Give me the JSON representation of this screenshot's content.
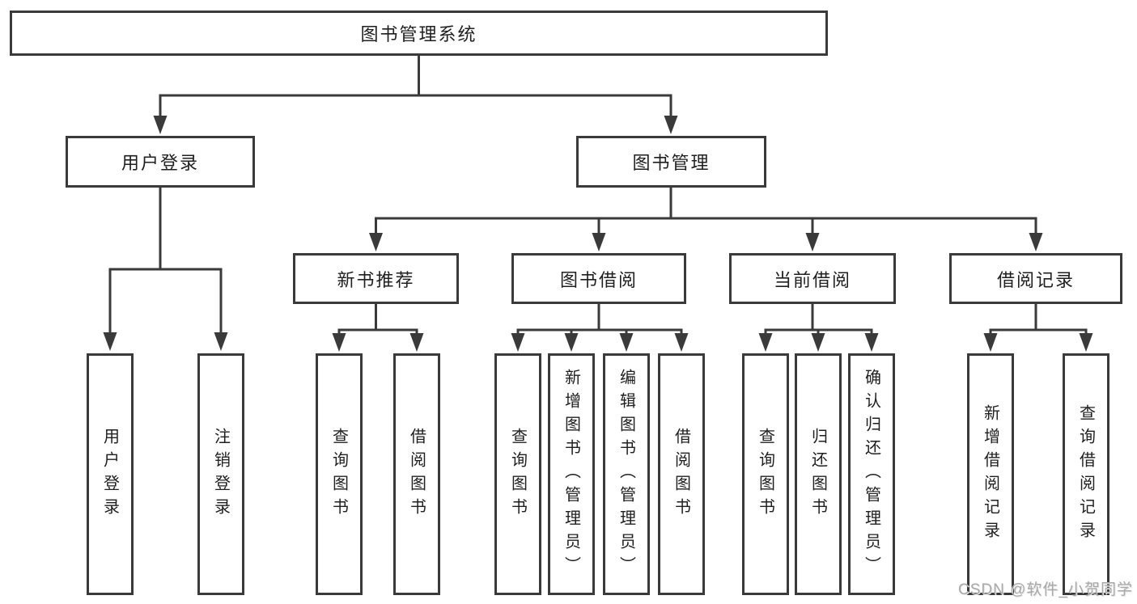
{
  "diagram": {
    "root": {
      "label": "图书管理系统"
    },
    "branches": [
      {
        "label": "用户登录",
        "leaves": [
          {
            "label": "用户登录"
          },
          {
            "label": "注销登录"
          }
        ]
      },
      {
        "label": "图书管理",
        "groups": [
          {
            "label": "新书推荐",
            "leaves": [
              {
                "label": "查询图书"
              },
              {
                "label": "借阅图书"
              }
            ]
          },
          {
            "label": "图书借阅",
            "leaves": [
              {
                "label": "查询图书"
              },
              {
                "label": "新增图书（管理员）"
              },
              {
                "label": "编辑图书（管理员）"
              },
              {
                "label": "借阅图书"
              }
            ]
          },
          {
            "label": "当前借阅",
            "leaves": [
              {
                "label": "查询图书"
              },
              {
                "label": "归还图书"
              },
              {
                "label": "确认归还（管理员）"
              }
            ]
          },
          {
            "label": "借阅记录",
            "leaves": [
              {
                "label": "新增借阅记录"
              },
              {
                "label": "查询借阅记录"
              }
            ]
          }
        ]
      }
    ]
  },
  "watermark": {
    "text": "CSDN @软件_小贺同学"
  },
  "colors": {
    "line": "#3a3a3a",
    "text": "#1f1f1f",
    "background": "#ffffff",
    "watermark": "#a9a9a9"
  }
}
